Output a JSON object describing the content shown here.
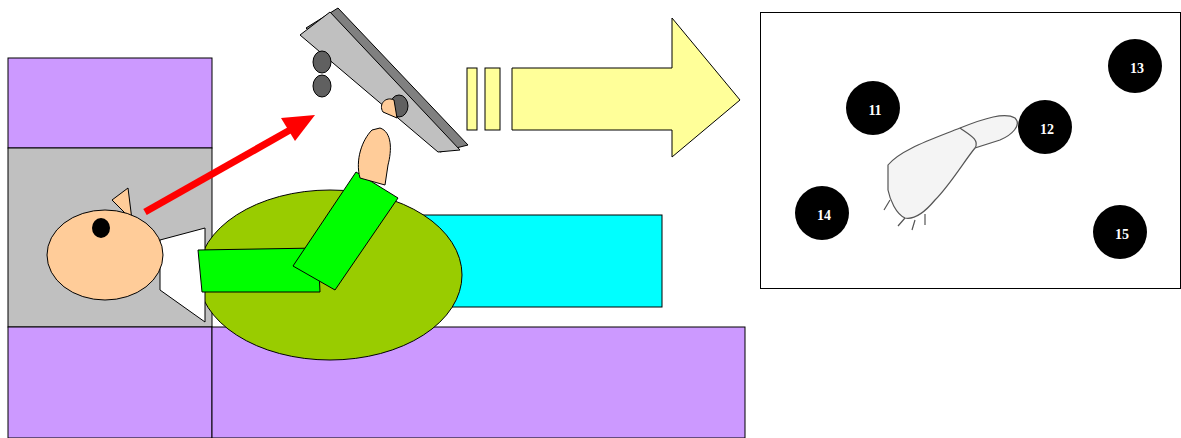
{
  "diagram": {
    "nodes": [
      {
        "text": [
          "11"
        ]
      },
      {
        "text": [
          "12"
        ]
      },
      {
        "text": [
          "13"
        ]
      },
      {
        "text": [
          "14"
        ]
      },
      {
        "text": [
          "15"
        ]
      }
    ]
  }
}
